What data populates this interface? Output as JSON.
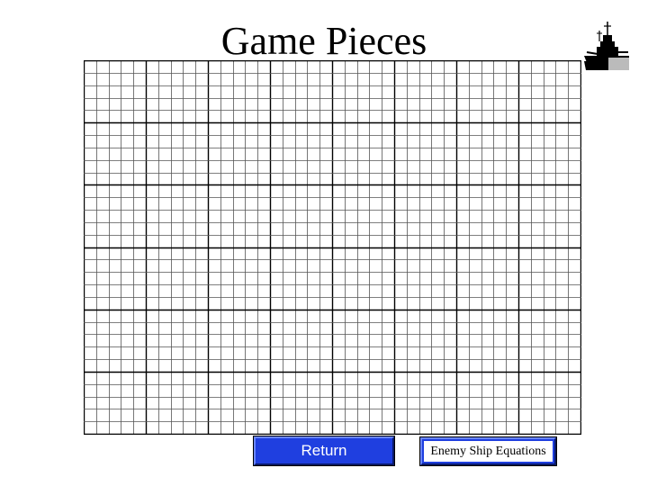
{
  "page": {
    "title": "Game Pieces"
  },
  "board": {
    "columns": 40,
    "rows": 30,
    "major_every": 5,
    "minor_color": "#555555",
    "major_color": "#000000"
  },
  "buttons": {
    "return_label": "Return",
    "equations_label": "Enemy Ship Equations"
  },
  "icons": {
    "ship": "battleship-icon"
  },
  "colors": {
    "button_blue": "#1f3fe0",
    "ship_dark": "#000000",
    "ship_hull_gray": "#bbbbbb"
  }
}
